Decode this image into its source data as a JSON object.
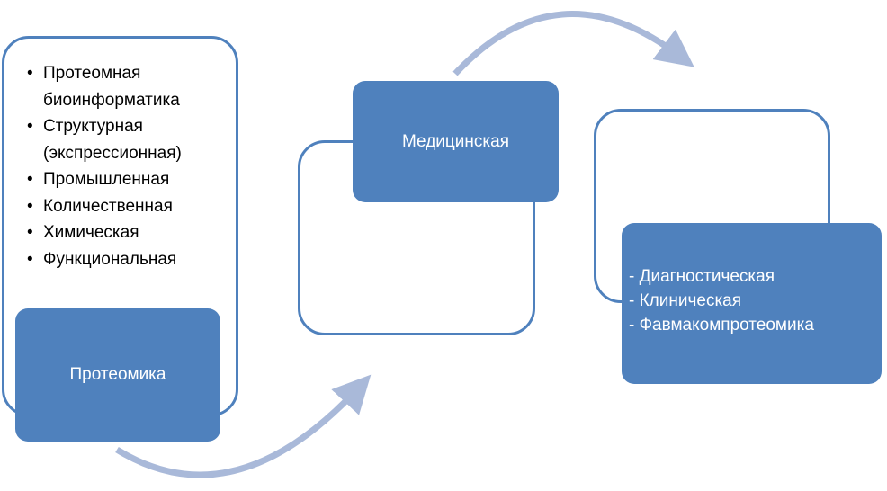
{
  "left_group": {
    "title": "Протеомика",
    "items": [
      "Протеомная биоинформатика",
      "Структурная (экспрессионная)",
      "Промышленная",
      "Количественная",
      "Химическая",
      "Функциональная"
    ]
  },
  "middle_group": {
    "title": "Медицинская"
  },
  "right_group": {
    "lines": [
      "- Диагностическая",
      "- Клиническая",
      "- Фавмакомпротеомика"
    ]
  },
  "colors": {
    "accent": "#4f81bd",
    "arrow": "#a9b9d9"
  }
}
